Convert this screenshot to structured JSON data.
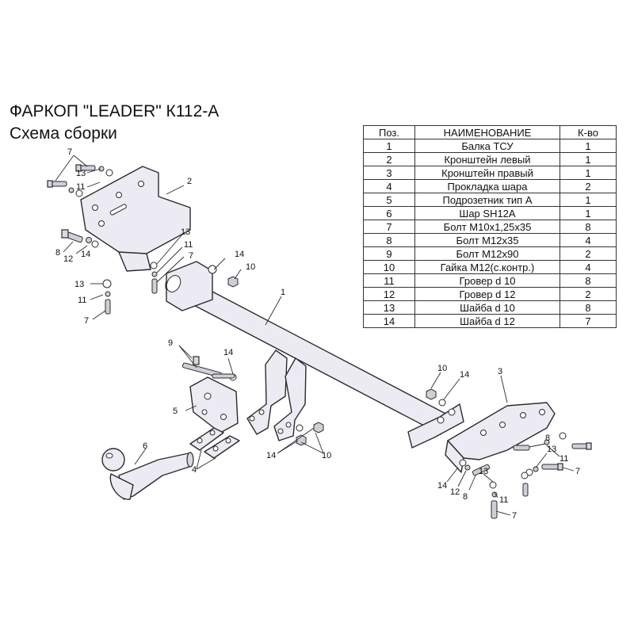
{
  "header": {
    "title": "ФАРКОП \"LEADER\" К112-А",
    "subtitle": "Схема сборки"
  },
  "parts_table": {
    "columns": [
      "Поз.",
      "НАИМЕНОВАНИЕ",
      "К-во"
    ],
    "rows": [
      [
        "1",
        "Балка ТСУ",
        "1"
      ],
      [
        "2",
        "Кронштейн левый",
        "1"
      ],
      [
        "3",
        "Кронштейн правый",
        "1"
      ],
      [
        "4",
        "Прокладка шара",
        "2"
      ],
      [
        "5",
        "Подрозетник тип А",
        "1"
      ],
      [
        "6",
        "Шар SH12A",
        "1"
      ],
      [
        "7",
        "Болт М10х1,25х35",
        "8"
      ],
      [
        "8",
        "Болт М12х35",
        "4"
      ],
      [
        "9",
        "Болт М12х90",
        "2"
      ],
      [
        "10",
        "Гайка М12(с.контр.)",
        "4"
      ],
      [
        "11",
        "Гровер d 10",
        "8"
      ],
      [
        "12",
        "Гровер d 12",
        "2"
      ],
      [
        "13",
        "Шайба d 10",
        "8"
      ],
      [
        "14",
        "Шайба d 12",
        "7"
      ]
    ]
  },
  "callouts": {
    "c1": "1",
    "c2": "2",
    "c3": "3",
    "c4": "4",
    "c5": "5",
    "c6": "6",
    "c7a": "7",
    "c13a": "13",
    "c11a": "11",
    "c8a": "8",
    "c12a": "12",
    "c14a": "14",
    "c13b": "13",
    "c11b": "11",
    "c7b": "7",
    "c14b": "14",
    "c10a": "10",
    "c13c": "13",
    "c11c": "11",
    "c7c": "7",
    "c9": "9",
    "c14c": "14",
    "c14d": "14",
    "c10b": "10",
    "c10c": "10",
    "c14e": "14",
    "c8b": "8",
    "c13d": "13",
    "c11d": "11",
    "c7d": "7",
    "c14f": "14",
    "c12b": "12",
    "c8c": "8",
    "c13e": "13",
    "c11e": "11",
    "c7e": "7"
  },
  "colors": {
    "line": "#2b2b2b",
    "fill": "#ecebf3"
  }
}
